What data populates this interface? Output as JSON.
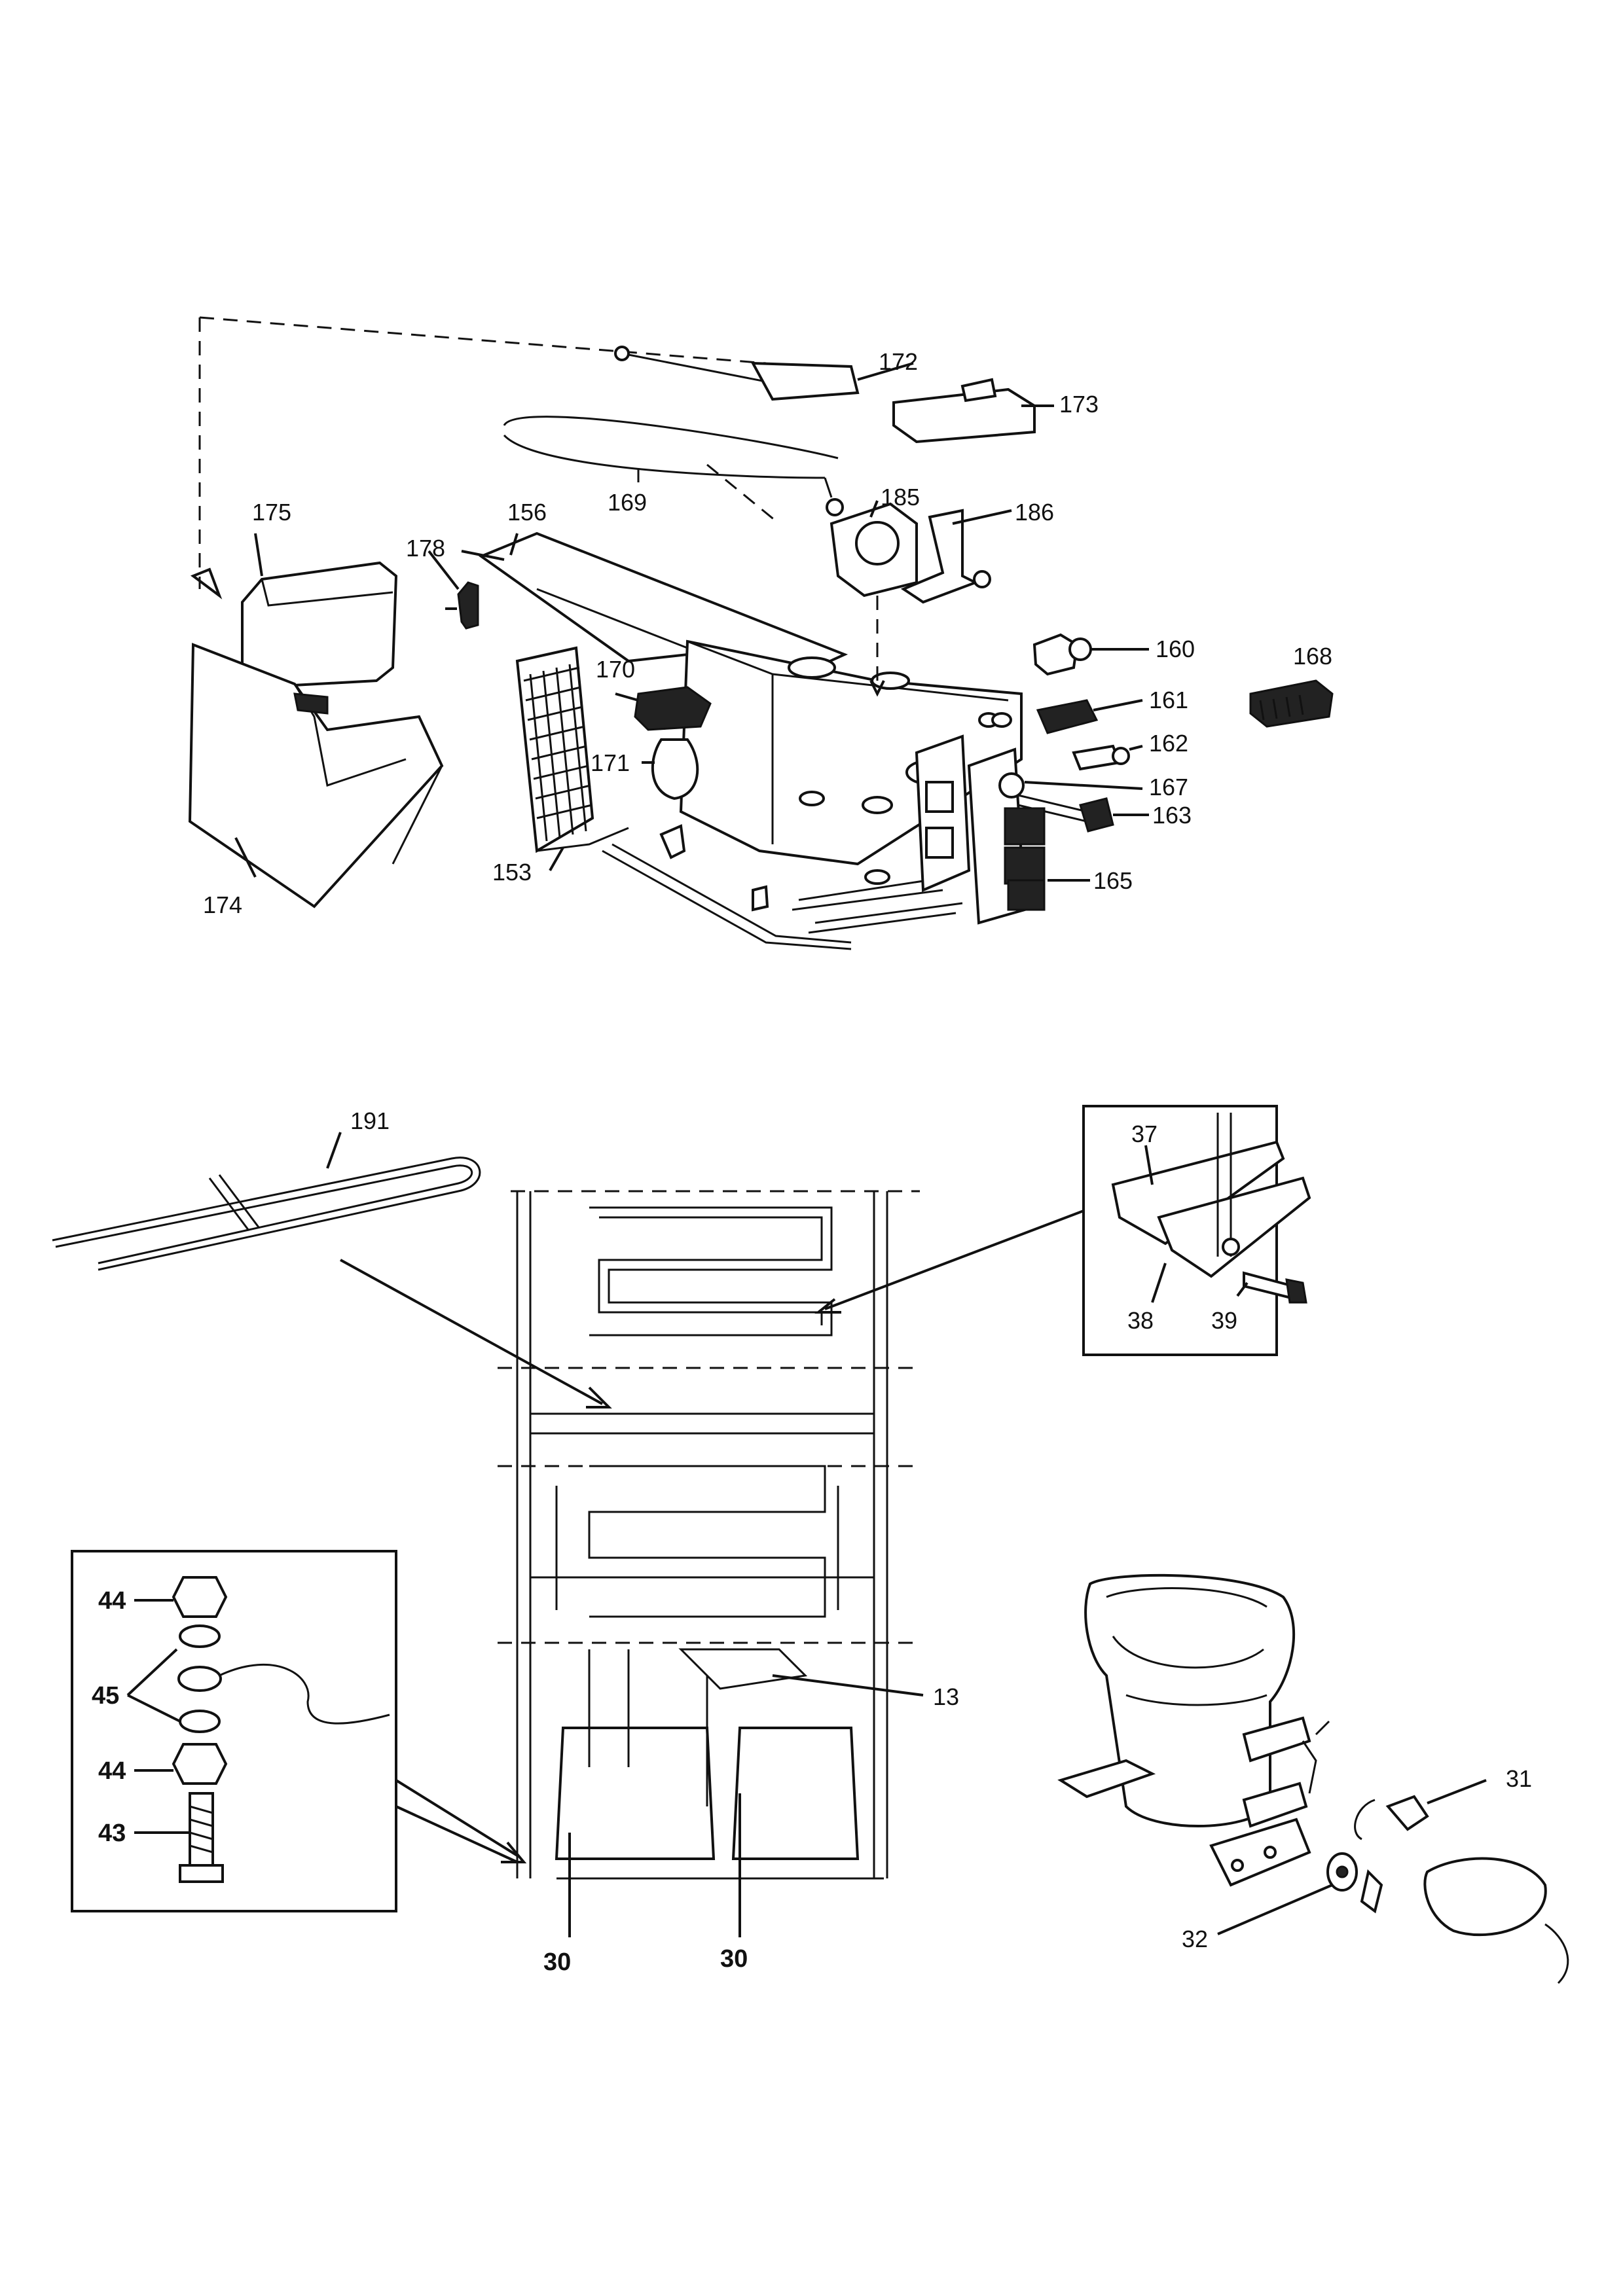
{
  "callouts": {
    "c172": "172",
    "c173": "173",
    "c169": "169",
    "c175": "175",
    "c156": "156",
    "c185": "185",
    "c186": "186",
    "c178": "178",
    "c160": "160",
    "c168": "168",
    "c170": "170",
    "c161": "161",
    "c162": "162",
    "c171": "171",
    "c167": "167",
    "c163": "163",
    "c153": "153",
    "c165": "165",
    "c174": "174",
    "c191": "191",
    "c37": "37",
    "c38": "38",
    "c39": "39",
    "c13": "13",
    "c44a": "44",
    "c45": "45",
    "c44b": "44",
    "c43": "43",
    "c30a": "30",
    "c30b": "30",
    "c31": "31",
    "c32": "32"
  }
}
